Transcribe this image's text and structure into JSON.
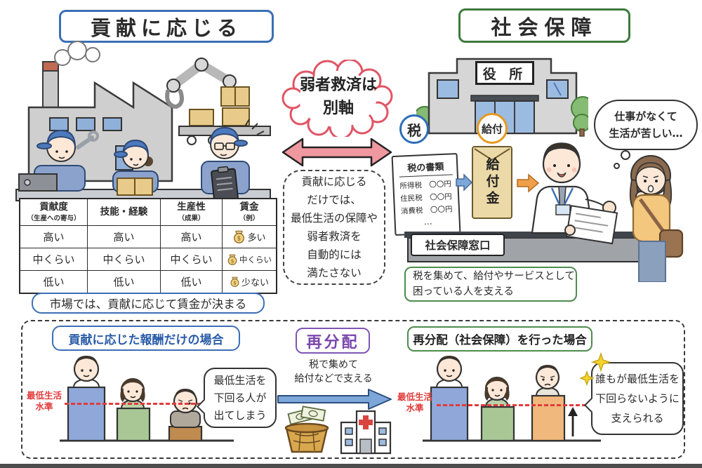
{
  "titles": {
    "left": "貢献に応じる",
    "right": "社会保障"
  },
  "cloud": {
    "lines": [
      "弱者救済は",
      "別軸"
    ]
  },
  "middle_note": {
    "lines": [
      "貢献に応じる",
      "だけでは、",
      "最低生活の保障や",
      "弱者救済を",
      "自動的には",
      "満たさない"
    ]
  },
  "factory_table": {
    "headers": [
      {
        "main": "貢献度",
        "sub": "（生産への寄与）"
      },
      {
        "main": "技能・経験",
        "sub": ""
      },
      {
        "main": "生産性",
        "sub": "（成果）"
      },
      {
        "main": "賃金",
        "sub": "（例）"
      }
    ],
    "rows": [
      [
        "高い",
        "高い",
        "高い",
        "多い"
      ],
      [
        "中くらい",
        "中くらい",
        "中くらい",
        "中くらい"
      ],
      [
        "低い",
        "低い",
        "低い",
        "少ない"
      ]
    ],
    "money_bag_symbol": "$"
  },
  "market_caption": "市場では、貢献に応じて賃金が決まる",
  "government": {
    "building_sign": "役 所",
    "tax_badge": "税",
    "benefit_badge": "給付",
    "tax_document": {
      "title": "税の書類",
      "lines": [
        "所得税　〇〇円",
        "住民税　〇〇円",
        "消費税　〇〇円"
      ],
      "ellipsis": "…"
    },
    "envelope_label": "給付金",
    "window_label": "社会保障窓口",
    "thought_bubble": {
      "lines": [
        "仕事がなくて",
        "生活が苦しい…"
      ]
    },
    "green_note": {
      "lines": [
        "税を集めて、給付やサービスとして",
        "困っている人を支える"
      ]
    }
  },
  "redistribution": {
    "left_case_label": "貢献に応じた報酬だけの場合",
    "redistribution_label": "再分配",
    "redistribution_note": {
      "lines": [
        "税で集めて",
        "給付などで支える"
      ]
    },
    "right_case_label": "再分配（社会保障）を行った場合",
    "min_living_left": {
      "lines": [
        "最低生活",
        "水準"
      ]
    },
    "min_living_right": {
      "lines": [
        "最低生活",
        "水準"
      ]
    },
    "left_bubble": {
      "lines": [
        "最低生活を",
        "下回る人が",
        "出てしまう"
      ]
    },
    "right_bubble": {
      "lines": [
        "誰もが最低生活を",
        "下回らないように",
        "支えられる"
      ]
    }
  },
  "colors": {
    "blue_accent": "#3b6fb5",
    "green_accent": "#4e8c4e",
    "red_cloud": "#e05565",
    "pink_arrow": "#f0989f",
    "purple_accent": "#8055b5",
    "orange_accent": "#e8991c",
    "red_line": "#e23b3b"
  }
}
